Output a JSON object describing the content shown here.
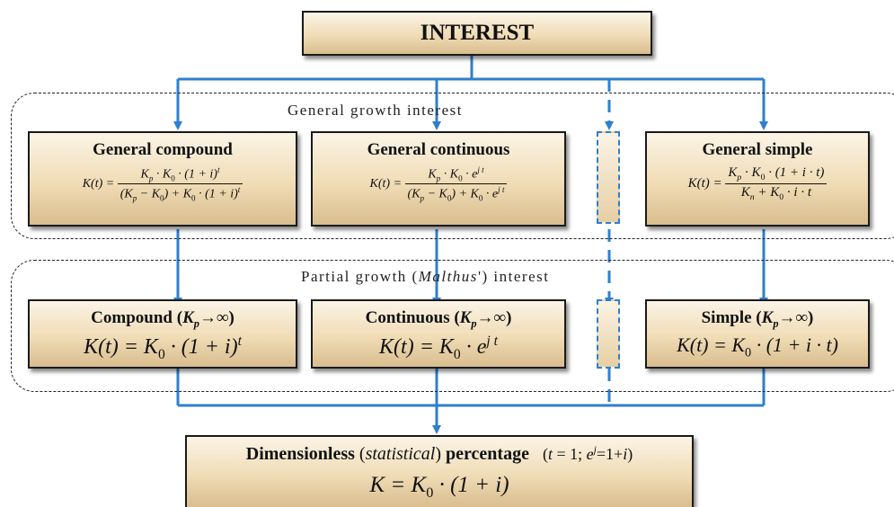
{
  "top": {
    "title": "INTEREST"
  },
  "general_group": {
    "label": "General growth   interest"
  },
  "partial_group": {
    "label_pre": "Partial growth (",
    "label_em": "Malthus",
    "label_post": "') interest"
  },
  "general_compound": {
    "title": "General compound",
    "lhs": "K(t) =",
    "num": "K",
    "num_sub": "p",
    "num_rest": " · K",
    "num_sub0": "0",
    "num_tail": " · (1 + i)",
    "num_sup": "t",
    "den_a": "(K",
    "den_sub_p": "p",
    "den_b": " − K",
    "den_sub_0": "0",
    "den_c": ") + K",
    "den_sub_0b": "0",
    "den_d": " · (1 + i)",
    "den_sup": "t"
  },
  "general_continuous": {
    "title": "General continuous",
    "lhs": "K(t) =",
    "num_a": "K",
    "num_sub_p": "p",
    "num_b": " · K",
    "num_sub_0": "0",
    "num_c": " · e",
    "num_sup": "j t",
    "den_a": "(K",
    "den_sub_p": "p",
    "den_b": " − K",
    "den_sub_0": "0",
    "den_c": ") + K",
    "den_sub_0b": "0",
    "den_d": " · e",
    "den_sup": "j t"
  },
  "general_simple": {
    "title": "General simple",
    "lhs": "K(t) =",
    "num_a": "K",
    "num_sub_p": "p",
    "num_b": " · K",
    "num_sub_0": "0",
    "num_c": " · (1 + i · t)",
    "den_a": "K",
    "den_sub_n": "n",
    "den_b": " + K",
    "den_sub_0": "0",
    "den_c": " · i · t"
  },
  "compound": {
    "title_a": "Compound (",
    "title_k": "K",
    "title_sub": "p",
    "title_b": "→∞)",
    "f_a": "K(t) = K",
    "f_sub": "0",
    "f_b": " · (1 + i)",
    "f_sup": "t"
  },
  "continuous": {
    "title_a": "Continuous (",
    "title_k": "K",
    "title_sub": "p",
    "title_b": "→∞)",
    "f_a": "K(t) = K",
    "f_sub": "0",
    "f_b": " · e",
    "f_sup": "j t"
  },
  "simple": {
    "title_a": "Simple (",
    "title_k": "K",
    "title_sub": "p",
    "title_b": "→∞)",
    "f_a": "K(t) = K",
    "f_sub": "0",
    "f_b": " · (1 + i · t)"
  },
  "bottom": {
    "title_a": "Dimensionless",
    "title_b": " (",
    "title_em": "statistical",
    "title_c": ") ",
    "title_d": "percentage",
    "cond_a": "(",
    "cond_t": "t",
    "cond_b": " = 1; ",
    "cond_e": "e",
    "cond_sup": "j",
    "cond_c": "=1+",
    "cond_i": "i",
    "cond_d": ")",
    "f_a": "K = K",
    "f_sub": "0",
    "f_b": " · (1 + i)"
  },
  "colors": {
    "arrow": "#2f7fce",
    "box_top": "#fbf4e6",
    "box_bottom": "#d9bd8e"
  }
}
